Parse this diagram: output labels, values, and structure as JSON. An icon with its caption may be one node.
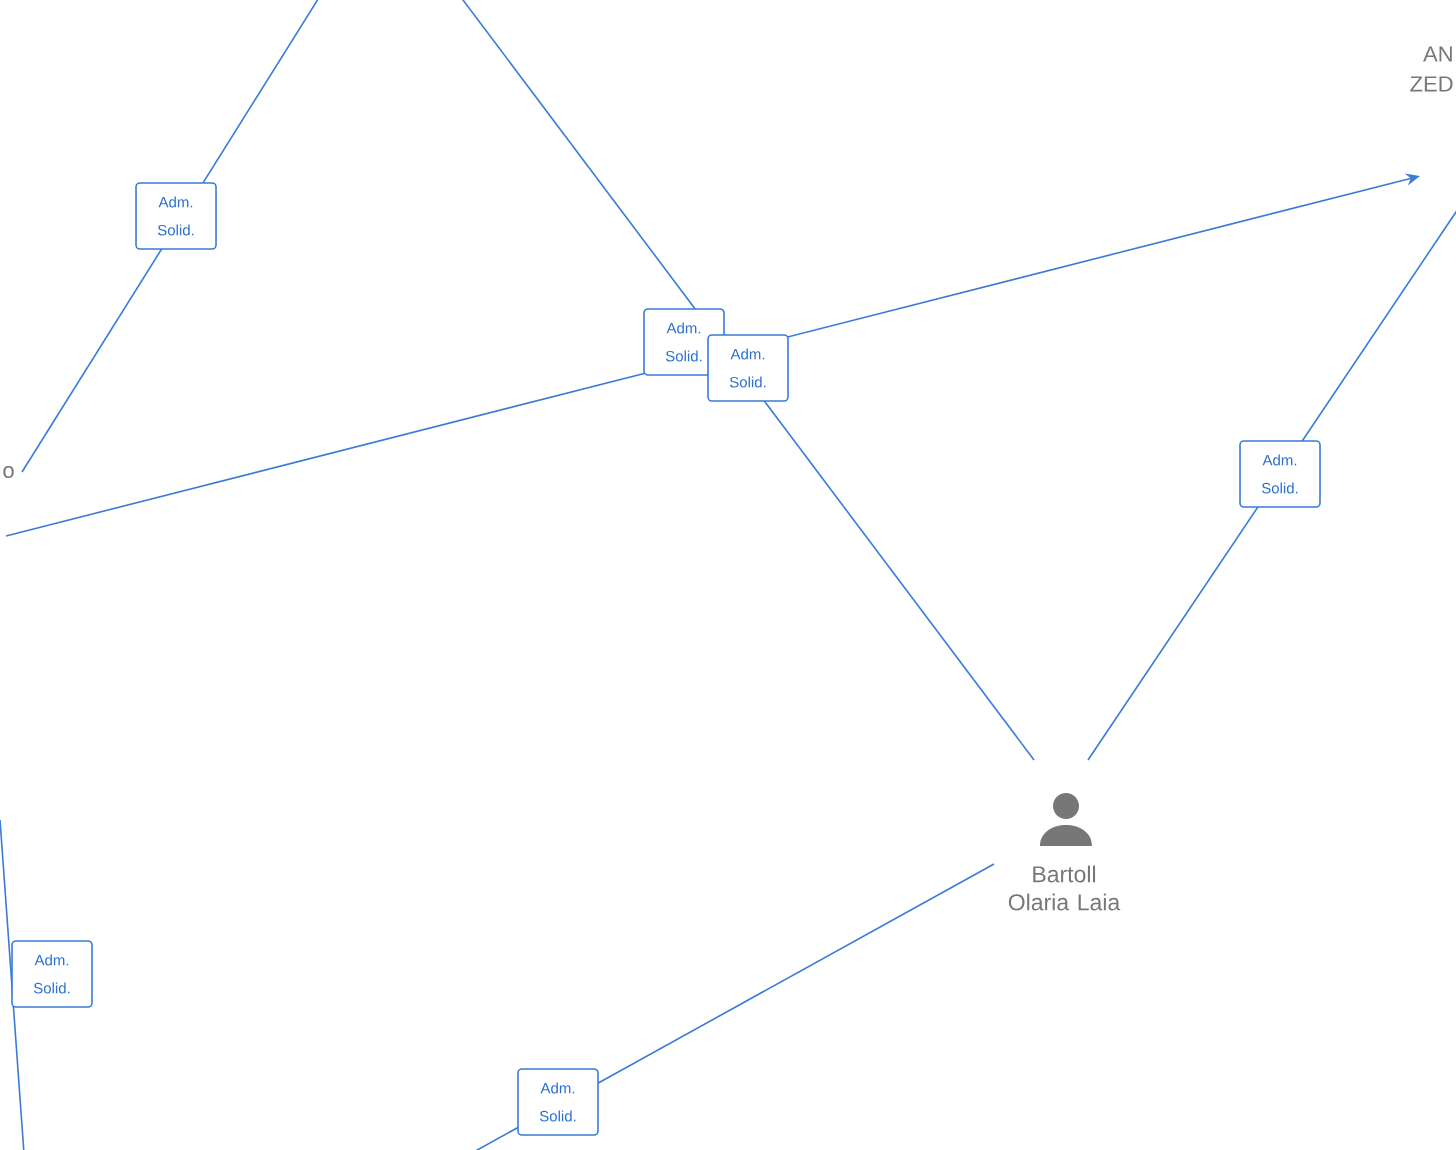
{
  "diagram": {
    "nodes": [
      {
        "text": [
          "Bartoll Olaria Laia"
        ]
      },
      {
        "text": [
          "AN ZED"
        ]
      },
      {
        "text": [
          "o"
        ]
      }
    ],
    "edges": [
      {
        "from": null,
        "to": 2,
        "arrow": "none",
        "label": "Adm. Solid."
      },
      {
        "from": null,
        "to": 0,
        "arrow": "none",
        "label": "Adm. Solid."
      },
      {
        "from": null,
        "to": 1,
        "arrow": "to",
        "label": "Adm. Solid."
      },
      {
        "from": 0,
        "to": null,
        "arrow": "none",
        "label": "Adm. Solid."
      },
      {
        "from": 0,
        "to": null,
        "arrow": "none",
        "label": "Adm. Solid."
      }
    ],
    "labels": [
      "Adm. Solid."
    ]
  }
}
